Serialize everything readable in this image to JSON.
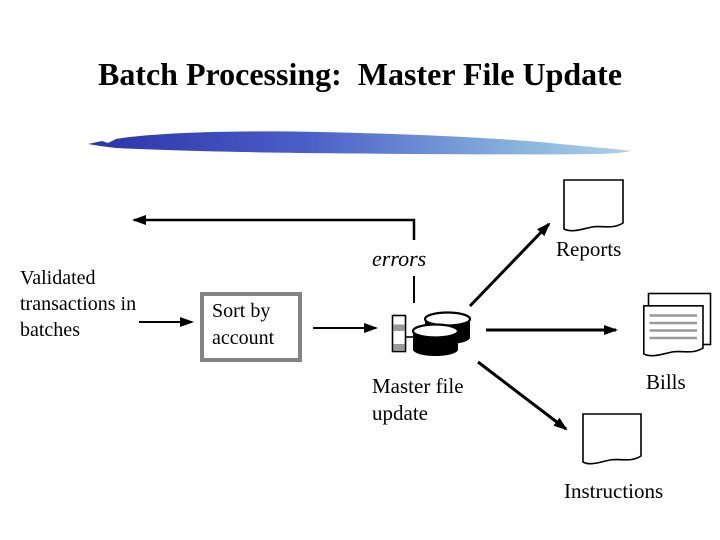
{
  "slide": {
    "title": "Batch Processing:  Master File Update",
    "background_color": "#ffffff",
    "title_color": "#000000"
  },
  "divider": {
    "style": "brush-stroke",
    "gradient_start": "#2c33a8",
    "gradient_mid": "#4a5ec8",
    "gradient_end": "#b0d0ea"
  },
  "diagram": {
    "validated_label": "Validated transactions in batches",
    "sort_box_label": "Sort by account",
    "sort_box_border_color": "#848484",
    "errors_label": "errors",
    "master_file_label": "Master file update",
    "reports_label": "Reports",
    "bills_label": "Bills",
    "instructions_label": "Instructions",
    "icon_colors": {
      "cylinder_fill": "#000000",
      "document_fill": "#ffffff",
      "document_stroke": "#000000",
      "bill_line_color": "#999999",
      "data_cell_gray": "#9a9a9a"
    },
    "connections": [
      {
        "from": "validated-input",
        "to": "sort-box",
        "type": "arrow"
      },
      {
        "from": "sort-box",
        "to": "master-file-database",
        "type": "arrow"
      },
      {
        "from": "sort-box",
        "to": "validated-input",
        "type": "feedback-arrow",
        "label": "errors"
      },
      {
        "from": "master-file-database",
        "to": "reports-document",
        "type": "arrow"
      },
      {
        "from": "master-file-database",
        "to": "bills-documents",
        "type": "arrow"
      },
      {
        "from": "master-file-database",
        "to": "instructions-document",
        "type": "arrow"
      }
    ]
  }
}
